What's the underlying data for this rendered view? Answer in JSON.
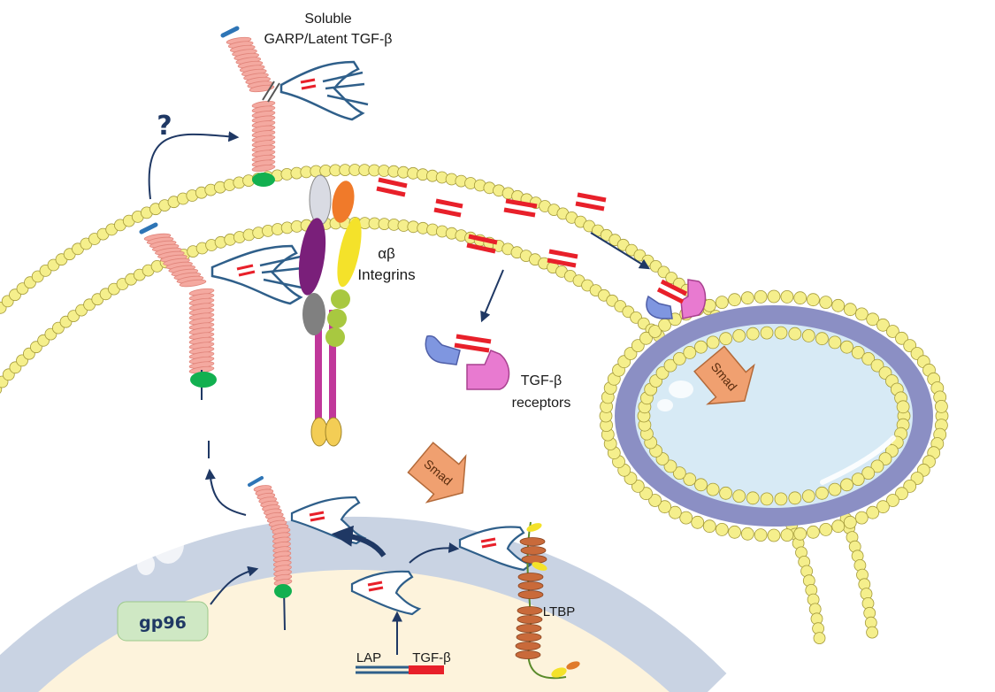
{
  "labels": {
    "soluble_line1": "Soluble",
    "soluble_line2": "GARP/Latent TGF-β",
    "question": "?",
    "integrins_line1": "αβ",
    "integrins_line2": "Integrins",
    "receptors_line1": "TGF-β",
    "receptors_line2": "receptors",
    "smad_cell": "Smad",
    "smad_vesicle": "Smad",
    "gp96": "gp96",
    "ltbp": "LTBP",
    "lap": "LAP",
    "tgfb": "TGF-β"
  },
  "colors": {
    "garp": "#f4a9a0",
    "garp_outline": "#e0847a",
    "lap_outline": "#2f5f8a",
    "tgfb_red": "#e8202a",
    "membrane_head": "#f5ef8c",
    "membrane_head_stroke": "#a49a3a",
    "membrane_band": "#c9d3e3",
    "vesicle_band": "#8b8fc4",
    "vesicle_fill": "#d7eaf5",
    "cell_fill": "#fdf3dc",
    "anchor_green": "#12b050",
    "arrow_navy": "#1f3864",
    "smad_orange": "#f0a070",
    "gp96_box": "#cfe8c4",
    "ltbp_brown": "#c96a3a"
  }
}
